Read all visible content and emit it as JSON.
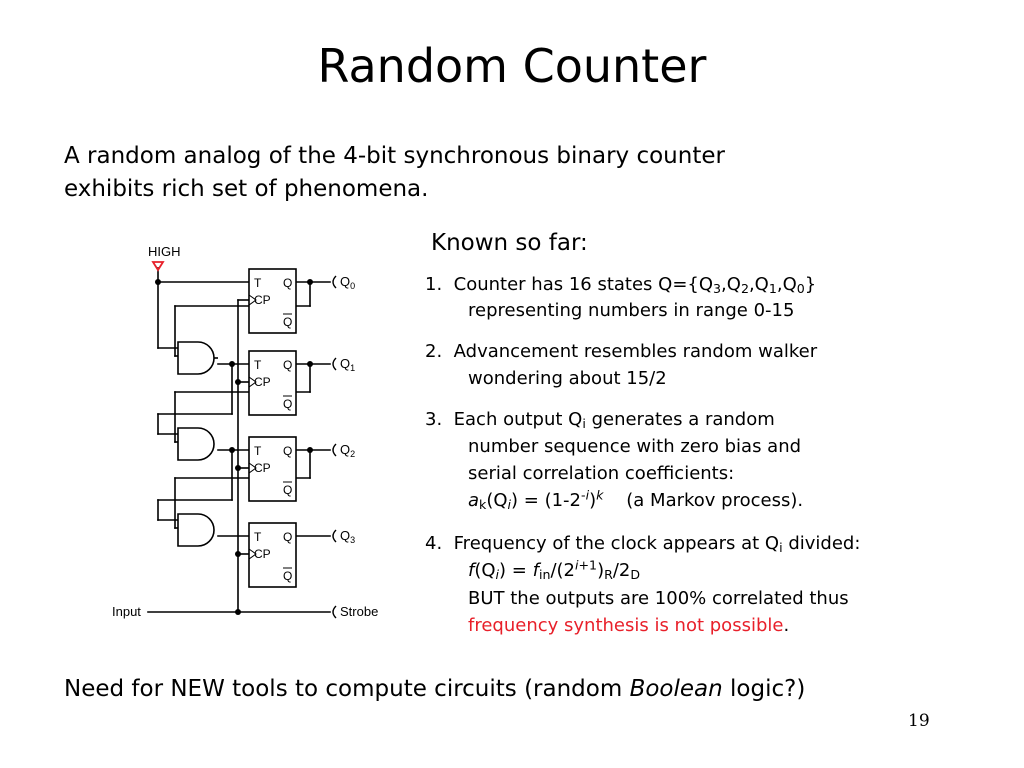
{
  "title": "Random Counter",
  "intro": {
    "line1": "A random analog of the 4-bit synchronous binary counter",
    "line2": "exhibits rich set of phenomena."
  },
  "known": {
    "heading": "Known so far:",
    "item1": {
      "num": "1.",
      "a": "Counter has 16 states Q={Q",
      "s3": "3",
      "c1": ",Q",
      "s2": "2",
      "c2": ",Q",
      "s1": "1",
      "c3": ",Q",
      "s0": "0",
      "end": "}",
      "line2": "representing numbers in range 0-15"
    },
    "item2": {
      "num": "2.",
      "line1": "Advancement resembles random walker",
      "line2": "wondering about 15/2"
    },
    "item3": {
      "num": "3.",
      "a": "Each output Q",
      "sub_i": "i",
      "b": " generates a random",
      "line2": "number sequence with zero bias and",
      "line3": "serial correlation coefficients:",
      "f_a": "a",
      "f_k": "k",
      "f_q": "(Q",
      "f_i": "i",
      "f_eq": ") = (1-2",
      "f_neg": "-",
      "f_sup_i": "i",
      "f_close": ")",
      "f_sup_k": "k",
      "f_note": "(a Markov process)."
    },
    "item4": {
      "num": "4.",
      "a": "Frequency of the clock appears at Q",
      "sub_i": "i",
      "b": " divided:",
      "f_f": "f",
      "f_q": "(Q",
      "f_i": "i",
      "f_eq": ") = ",
      "f_f2": "f",
      "f_in": "in",
      "f_div": "/(2",
      "f_sup_i": "i",
      "f_plus": "+1",
      "f_close": ")",
      "f_R": "R",
      "f_div2": "/2",
      "f_D": "D",
      "line3": "BUT the outputs are 100% correlated thus",
      "red": "frequency synthesis is not possible",
      "period": "."
    }
  },
  "footer": {
    "a": "Need for NEW tools to compute circuits (random ",
    "italic": "Boolean",
    "b": " logic?)"
  },
  "page_number": "19",
  "circuit": {
    "high": "HIGH",
    "input": "Input",
    "strobe": "Strobe",
    "ff": {
      "t": "T",
      "cp": "CP",
      "q": "Q",
      "qbar": "Q"
    },
    "outputs": [
      "Q",
      "Q",
      "Q",
      "Q"
    ],
    "output_subs": [
      "0",
      "1",
      "2",
      "3"
    ],
    "high_color": "#e8202a"
  }
}
